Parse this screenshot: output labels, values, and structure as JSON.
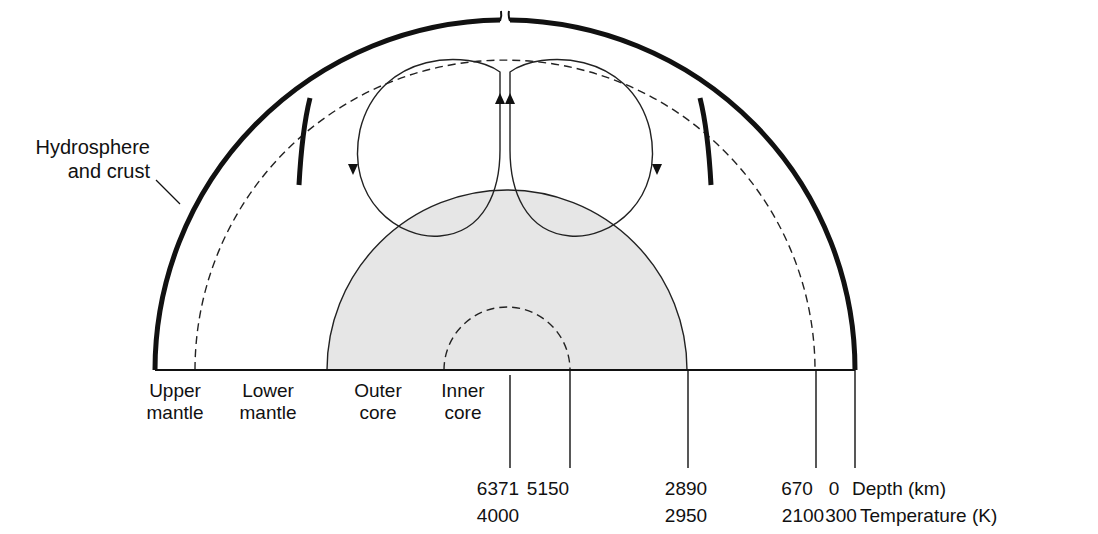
{
  "diagram": {
    "labels": [
      "Hydrosphere and crust",
      "Upper mantle",
      "Lower mantle",
      "Outer core",
      "Inner core",
      "6371",
      "5150",
      "2890",
      "670",
      "0",
      "Depth (km)",
      "4000",
      "2950",
      "2100",
      "300",
      "Temperature (K)"
    ]
  }
}
